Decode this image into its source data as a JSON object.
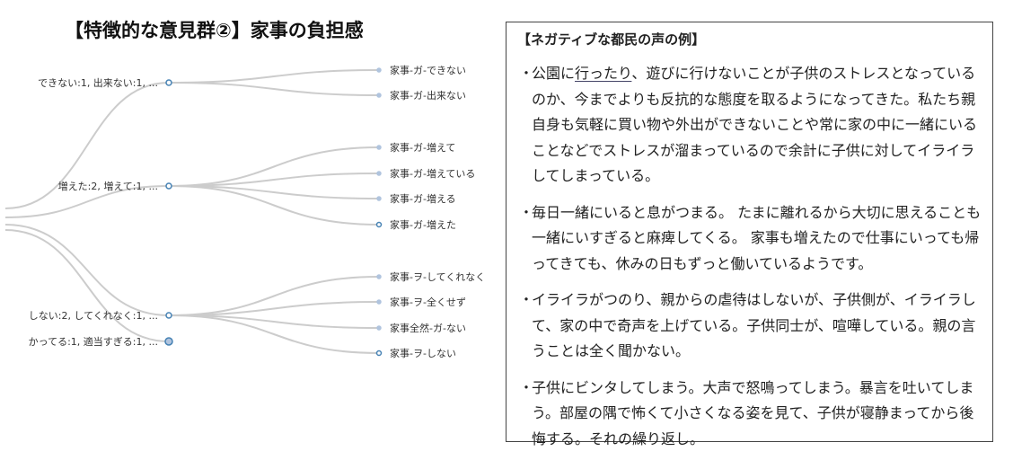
{
  "title": "【特徴的な意見群②】家事の負担感",
  "tree": {
    "groups": [
      {
        "label": "できない:1, 出来ない:1, ...",
        "leaves": [
          "家事-ガ-できない",
          "家事-ガ-出来ない"
        ]
      },
      {
        "label": "増えた:2, 増えて:1, ...",
        "leaves": [
          "家事-ガ-増えて",
          "家事-ガ-増えている",
          "家事-ガ-増える",
          "家事-ガ-増えた"
        ]
      },
      {
        "label": "しない:2, してくれなく:1, ...",
        "leaves": [
          "家事-ヲ-してくれなく",
          "家事-ヲ-全くせず",
          "家事全然-ガ-ない",
          "家事-ヲ-しない"
        ]
      },
      {
        "label": "かってる:1, 適当すぎる:1, ...",
        "leaves": []
      }
    ],
    "colors": {
      "link": "#cccccc",
      "node_stroke": "#4682b4",
      "leaf_fill": "#b0c4de"
    }
  },
  "quotes": {
    "header": "【ネガティブな都民の声の例】",
    "bullet": "・",
    "items": [
      {
        "pre": "公園に",
        "underlined": "行ったり",
        "post": "、遊びに行けないことが子供のストレスとなっているのか、今までよりも反抗的な態度を取るようになってきた。私たち親自身も気軽に買い物や外出ができないことや常に家の中に一緒にいることなどでストレスが溜まっているので余計に子供に対してイライラしてしまっている。"
      },
      {
        "pre": "",
        "underlined": "",
        "post": "毎日一緒にいると息がつまる。 たまに離れるから大切に思えることも一緒にいすぎると麻痺してくる。 家事も増えたので仕事にいっても帰ってきても、休みの日もずっと働いているようです。"
      },
      {
        "pre": "",
        "underlined": "",
        "post": "イライラがつのり、親からの虐待はしないが、子供側が、イライラして、家の中で奇声を上げている。子供同士が、喧嘩している。親の言うことは全く聞かない。"
      },
      {
        "pre": "",
        "underlined": "",
        "post": "子供にビンタしてしまう。大声で怒鳴ってしまう。暴言を吐いてしまう。部屋の隅で怖くて小さくなる姿を見て、子供が寝静まってから後悔する。それの繰り返し。"
      }
    ]
  }
}
